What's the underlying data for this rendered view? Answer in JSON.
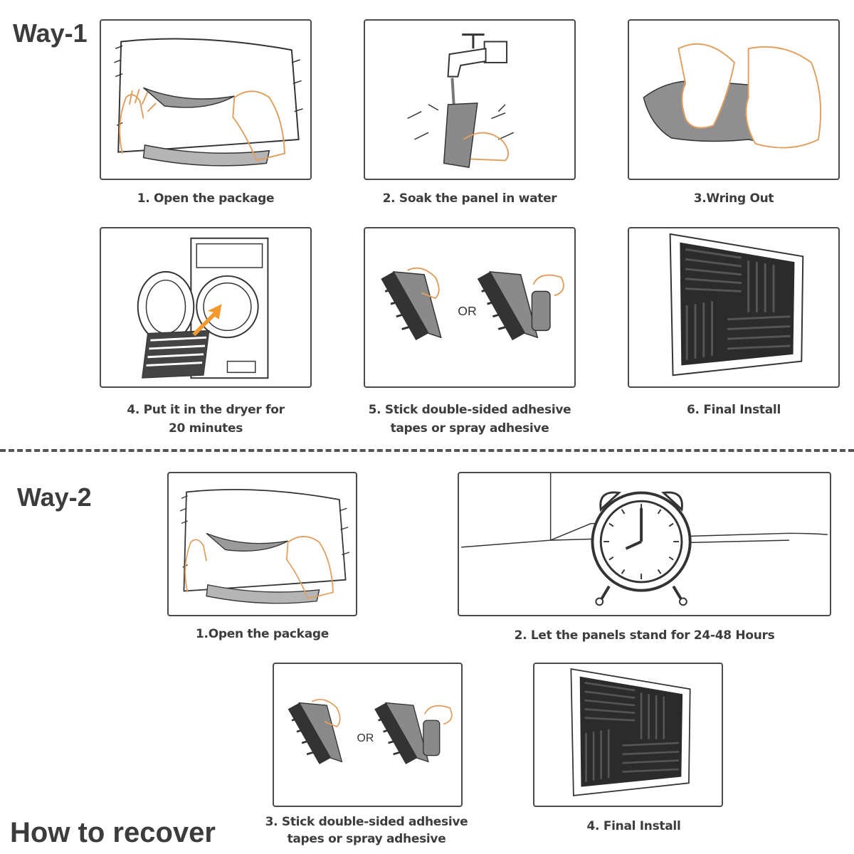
{
  "headings": {
    "way1": "Way-1",
    "way2": "Way-2",
    "how_to_recover": "How to recover"
  },
  "way1_steps": [
    {
      "caption": "1. Open the package",
      "illustration": "pillow-package-icon"
    },
    {
      "caption": "2. Soak the panel in water",
      "illustration": "faucet-water-icon"
    },
    {
      "caption": "3.Wring Out",
      "illustration": "wring-hands-icon"
    },
    {
      "caption_line1": "4. Put it in the dryer for",
      "caption_line2": "20 minutes",
      "illustration": "dryer-icon"
    },
    {
      "caption_line1": "5. Stick double-sided adhesive",
      "caption_line2": "tapes or spray adhesive",
      "or_label": "OR",
      "illustration": "adhesive-icon"
    },
    {
      "caption": "6. Final Install",
      "illustration": "wall-panels-icon"
    }
  ],
  "way2_steps": [
    {
      "caption": "1.Open the package",
      "illustration": "pillow-package-icon"
    },
    {
      "caption": "2. Let the panels stand for 24-48 Hours",
      "illustration": "alarm-clock-icon"
    },
    {
      "caption_line1": "3. Stick double-sided adhesive",
      "caption_line2": "tapes or spray adhesive",
      "or_label": "OR",
      "illustration": "adhesive-icon"
    },
    {
      "caption": "4. Final Install",
      "illustration": "wall-panels-icon"
    }
  ],
  "colors": {
    "border": "#4a4a4a",
    "foam_dark": "#2b2b2b",
    "panel_gray": "#8a8a8a",
    "arrow_orange": "#f29a2e"
  }
}
